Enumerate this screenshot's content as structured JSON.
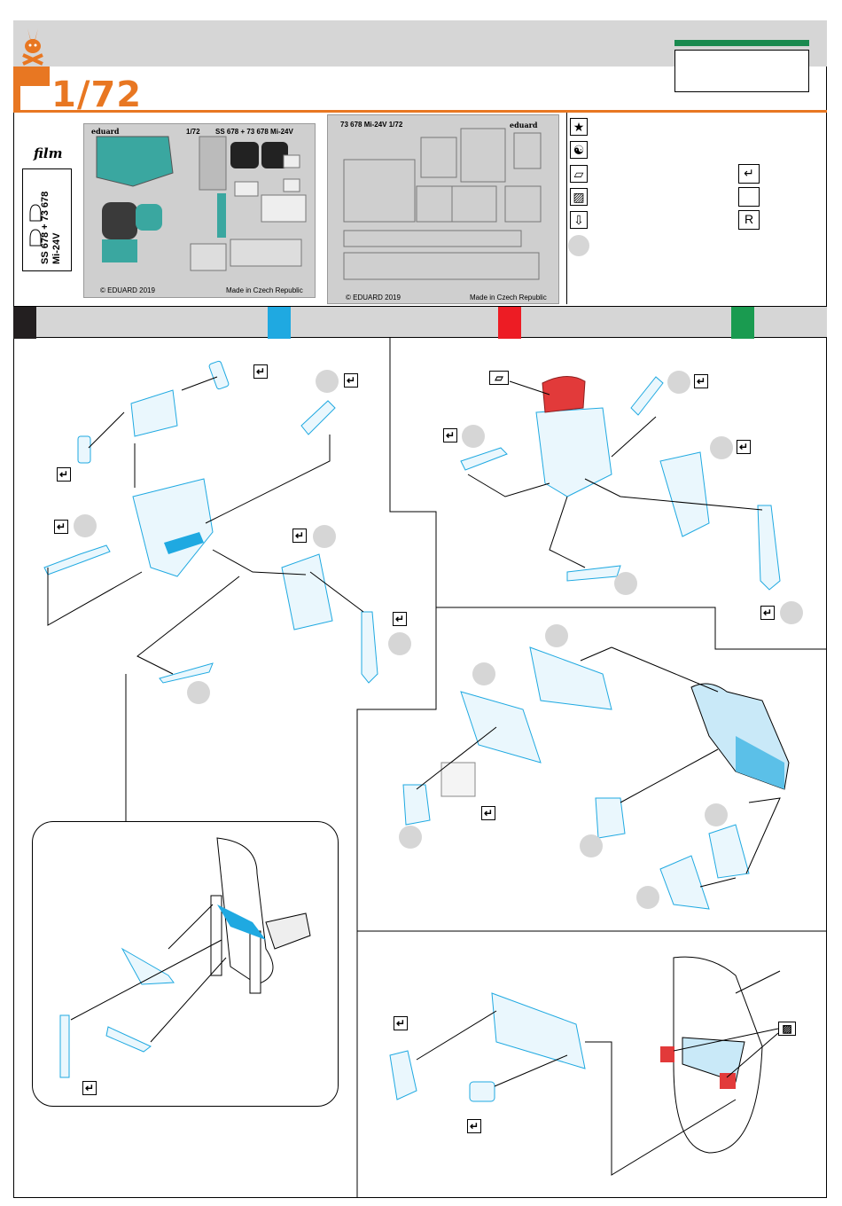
{
  "header": {
    "scale": "1/72"
  },
  "film": {
    "title": "film",
    "line1": "SS 678 + 73 678",
    "line2": "Mi-24V"
  },
  "sheet_left": {
    "brand": "eduard",
    "scale": "1/72",
    "title": "SS 678 + 73 678   Mi-24V",
    "copyright": "© EDUARD 2019",
    "made_in": "Made in Czech Republic"
  },
  "sheet_right": {
    "title": "73 678   Mi-24V   1/72",
    "brand": "eduard",
    "copyright": "© EDUARD 2019",
    "made_in": "Made in Czech Republic"
  },
  "legend": {
    "icons": [
      "star-icon",
      "yin-yang-icon",
      "sheet-icon",
      "hatch-icon",
      "drill-icon"
    ],
    "right_icons": [
      "bend-icon",
      "blank-icon",
      "registered-icon"
    ],
    "registered": "R"
  },
  "color_bar": {
    "colors": [
      "#231f20",
      "#1fa9e1",
      "#ed1c24",
      "#1a9b50"
    ]
  },
  "colors": {
    "accent": "#e87722",
    "etch": "#cfcfcf",
    "part_blue": "#5bc0e8",
    "part_red": "#e23a3a"
  }
}
